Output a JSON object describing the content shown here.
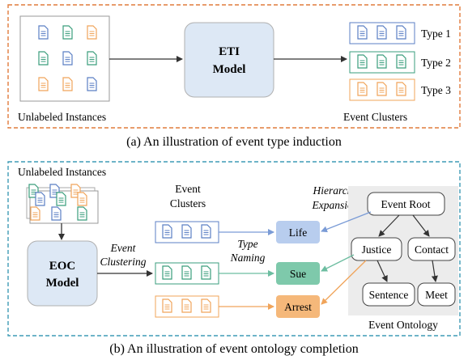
{
  "panel_a": {
    "caption": "(a) An illustration of event type induction",
    "unlabeled_label": "Unlabeled Instances",
    "model_line1": "ETI",
    "model_line2": "Model",
    "clusters_label": "Event Clusters",
    "type_labels": [
      "Type 1",
      "Type 2",
      "Type 3"
    ]
  },
  "panel_b": {
    "caption": "(b) An illustration of event ontology completion",
    "unlabeled_label": "Unlabeled Instances",
    "model_line1": "EOC",
    "model_line2": "Model",
    "clusters_line1": "Event",
    "clusters_line2": "Clusters",
    "clustering_line1": "Event",
    "clustering_line2": "Clustering",
    "naming_line1": "Type",
    "naming_line2": "Naming",
    "hierarchy_line1": "Hierarchy",
    "hierarchy_line2": "Expansion",
    "named_types": [
      "Life",
      "Sue",
      "Arrest"
    ],
    "ontology_label": "Event Ontology",
    "ontology_nodes": {
      "root": "Event Root",
      "justice": "Justice",
      "contact": "Contact",
      "sentence": "Sentence",
      "meet": "Meet"
    }
  },
  "colors": {
    "blue": "#5b7fc4",
    "green": "#3a9e7c",
    "orange": "#f0a45a",
    "panel_a_border": "#e07b3c",
    "panel_b_border": "#3e9bb5",
    "model_fill": "#dde8f5",
    "life_fill": "#b8cdee",
    "sue_fill": "#7ec9ab",
    "arrest_fill": "#f5b87a",
    "ontology_bg": "#ececec"
  },
  "icons": [
    "document-icon"
  ]
}
